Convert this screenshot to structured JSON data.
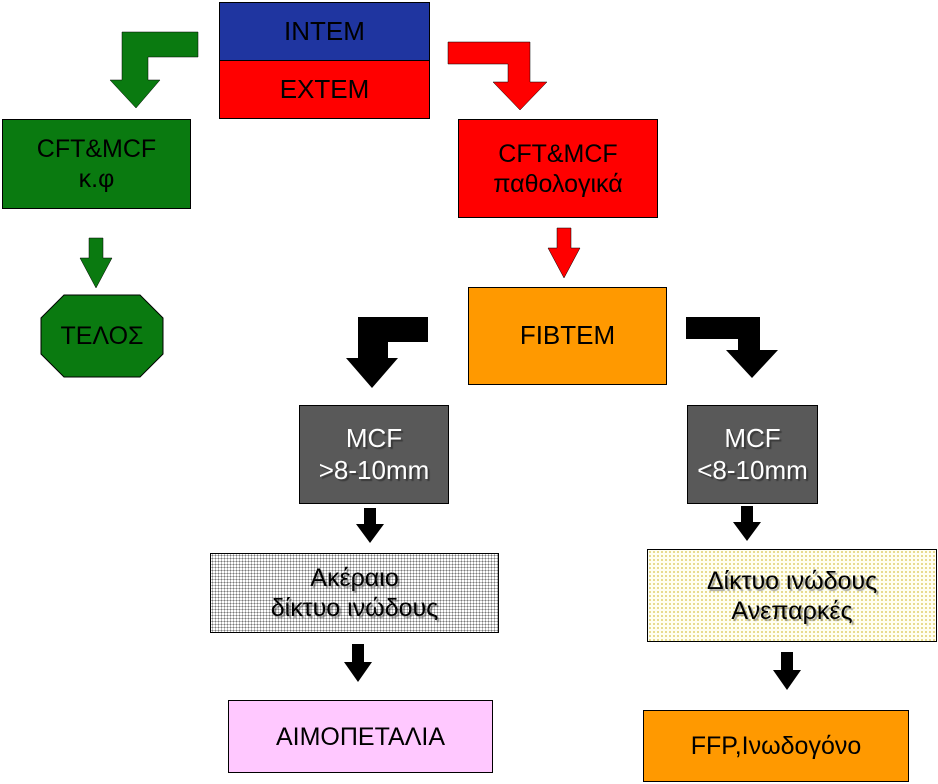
{
  "nodes": {
    "intem": "INTEM",
    "extem": "EXTEM",
    "cft_normal": [
      "CFT&MCF",
      "κ.φ"
    ],
    "telos": "ΤΕΛΟΣ",
    "cft_abnormal": [
      "CFT&MCF",
      "παθολογικά"
    ],
    "fibtem": "FIBTEM",
    "mcf_high": [
      "MCF",
      ">8-10mm"
    ],
    "mcf_low": [
      "MCF",
      "<8-10mm"
    ],
    "fibrin_intact": [
      "Ακέραιο",
      "δίκτυο ινώδους"
    ],
    "fibrin_insufficient": [
      "Δίκτυο ινώδους",
      "Ανεπαρκές"
    ],
    "platelets": "ΑΙΜΟΠΕΤΑΛΙΑ",
    "ffp": "FFP,Ινωδογόνο"
  },
  "colors": {
    "blue": "#1f35a0",
    "red": "#ff0000",
    "green": "#0a7a10",
    "orange": "#ff9900",
    "gray": "#595959",
    "pink": "#ffc8ff",
    "black": "#000000"
  }
}
